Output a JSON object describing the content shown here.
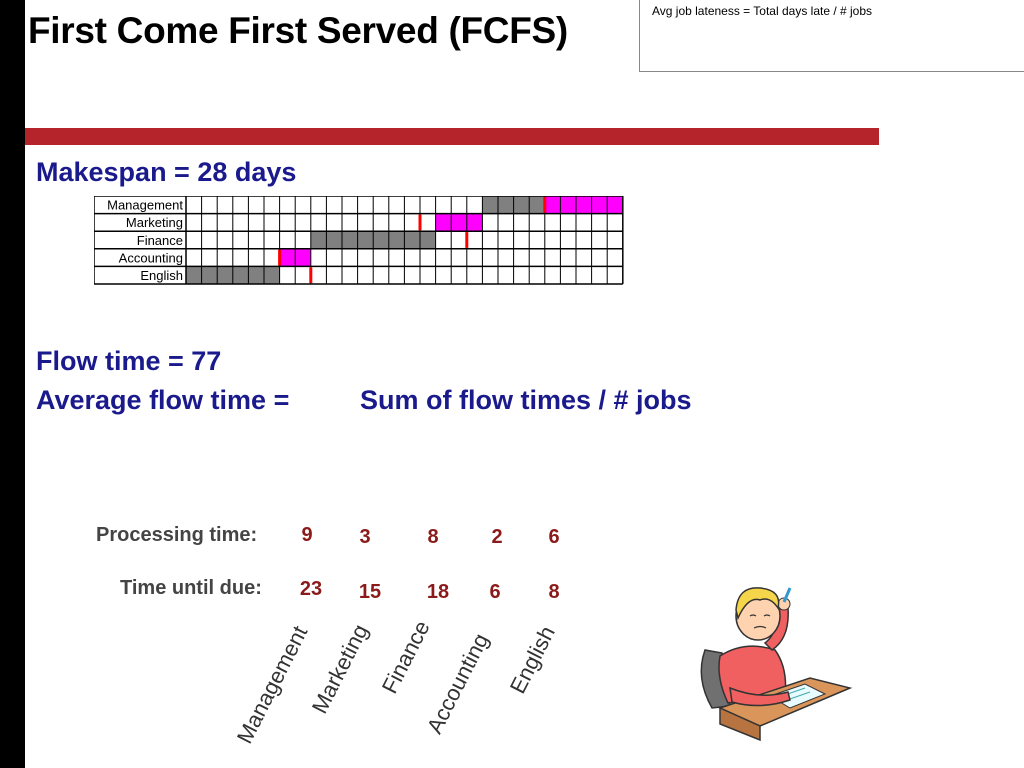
{
  "title": "First Come First Served (FCFS)",
  "note": "Avg job lateness = Total days late / # jobs",
  "makespan_label": "Makespan = 28 days",
  "flow_time_label": "Flow time = 77",
  "avg_flow_label": "Average flow time =",
  "avg_flow_formula": "Sum of flow times / # jobs",
  "processing_label": "Processing time:",
  "due_label": "Time until due:",
  "jobs": [
    {
      "name": "Management",
      "processing": "9",
      "due": "23"
    },
    {
      "name": "Marketing",
      "processing": "3",
      "due": "15"
    },
    {
      "name": "Finance",
      "processing": "8",
      "due": "18"
    },
    {
      "name": "Accounting",
      "processing": "2",
      "due": "6"
    },
    {
      "name": "English",
      "processing": "6",
      "due": "8"
    }
  ],
  "colors": {
    "processing": "#808080",
    "late": "#ff00ff",
    "due_marker": "#ff0000",
    "accent_rule": "#b5242a",
    "heading": "#1a1a8c",
    "value": "#8b1a1a"
  },
  "chart_data": {
    "type": "gantt",
    "total_days": 28,
    "rows": [
      {
        "label": "Management",
        "start": 19,
        "end": 28,
        "due": 23
      },
      {
        "label": "Marketing",
        "start": 16,
        "end": 19,
        "due": 15
      },
      {
        "label": "Finance",
        "start": 8,
        "end": 16,
        "due": 18
      },
      {
        "label": "Accounting",
        "start": 6,
        "end": 8,
        "due": 6
      },
      {
        "label": "English",
        "start": 0,
        "end": 6,
        "due": 8
      }
    ]
  }
}
